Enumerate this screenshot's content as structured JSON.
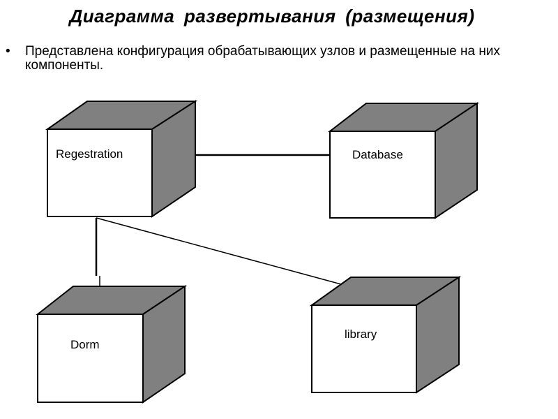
{
  "slide": {
    "title": "Диаграмма развертывания (размещения)",
    "bullet": "Представлена конфигурация обрабатывающих узлов и размещенные на них компоненты."
  },
  "diagram": {
    "nodes": {
      "regestration": "Regestration",
      "database": "Database",
      "dorm": "Dorm",
      "library": "library"
    }
  },
  "colors": {
    "node_front": "#ffffff",
    "node_side": "#808080",
    "node_outline": "#000000",
    "connector": "#000000"
  }
}
